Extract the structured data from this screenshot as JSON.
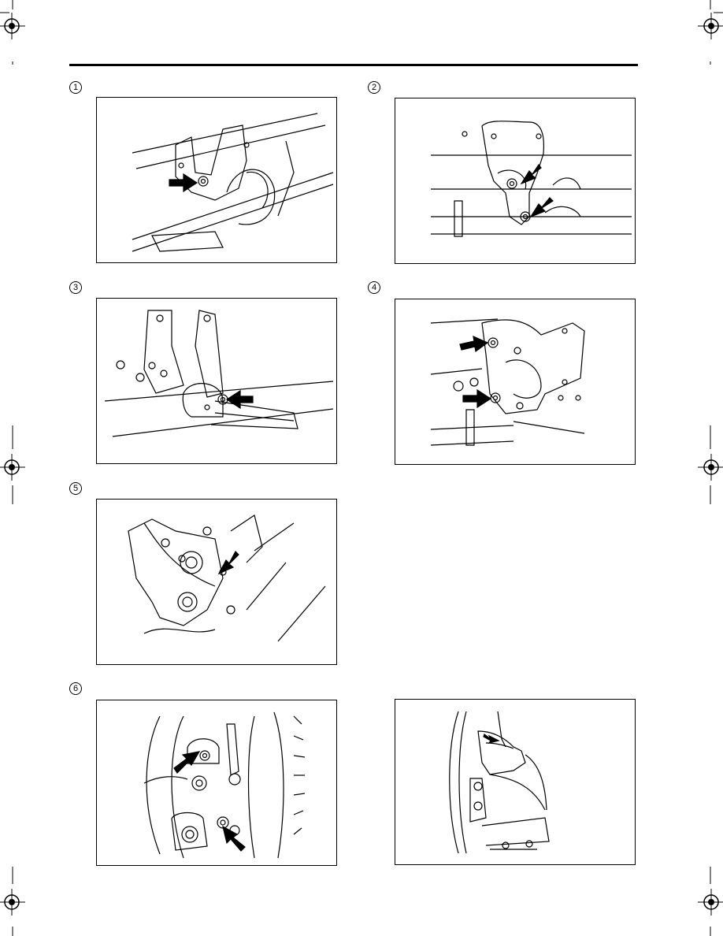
{
  "page": {
    "steps": [
      {
        "marker": "1"
      },
      {
        "marker": "2"
      },
      {
        "marker": "3"
      },
      {
        "marker": "4"
      },
      {
        "marker": "5"
      },
      {
        "marker": "6"
      }
    ]
  },
  "icons": {
    "registration_mark": "crosshair-circle",
    "callout": "arrow"
  }
}
